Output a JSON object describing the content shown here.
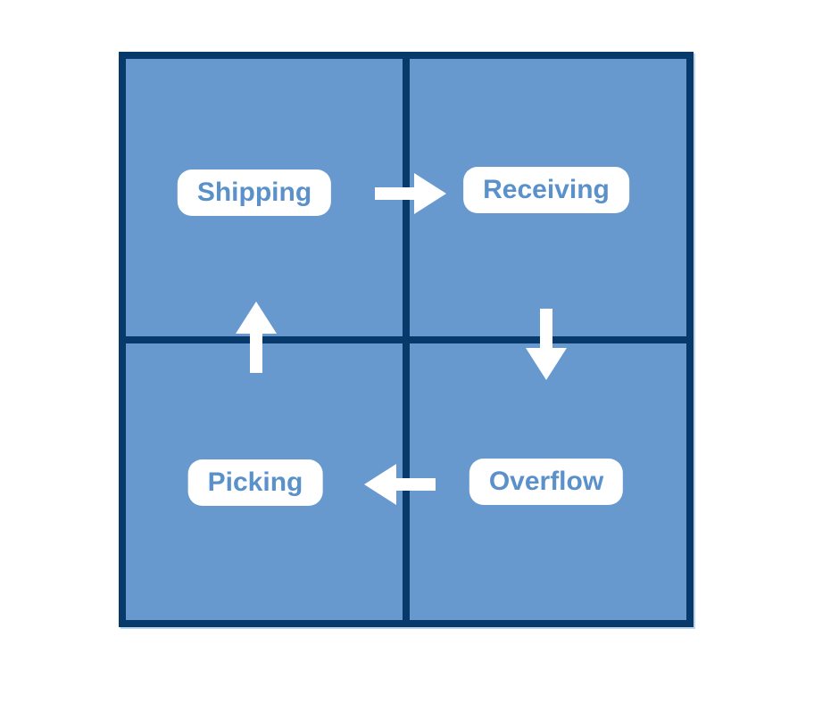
{
  "canvas": {
    "background_color": "#ffffff"
  },
  "diagram": {
    "type": "warehouse-quadrant-flow",
    "grid": {
      "rows": 2,
      "columns": 2,
      "border_color": "#073a6b",
      "cell_fill_color": "#6899ce"
    },
    "labels": {
      "shipping": "Shipping",
      "receiving": "Receiving",
      "picking": "Picking",
      "overflow": "Overflow"
    },
    "label_style": {
      "background_color": "#ffffff",
      "text_color": "#5a91cb"
    },
    "arrows": [
      {
        "from": "Shipping",
        "to": "Receiving",
        "direction": "right"
      },
      {
        "from": "Receiving",
        "to": "Overflow",
        "direction": "down"
      },
      {
        "from": "Overflow",
        "to": "Picking",
        "direction": "left"
      },
      {
        "from": "Picking",
        "to": "Shipping",
        "direction": "up"
      }
    ],
    "arrow_color": "#ffffff"
  }
}
